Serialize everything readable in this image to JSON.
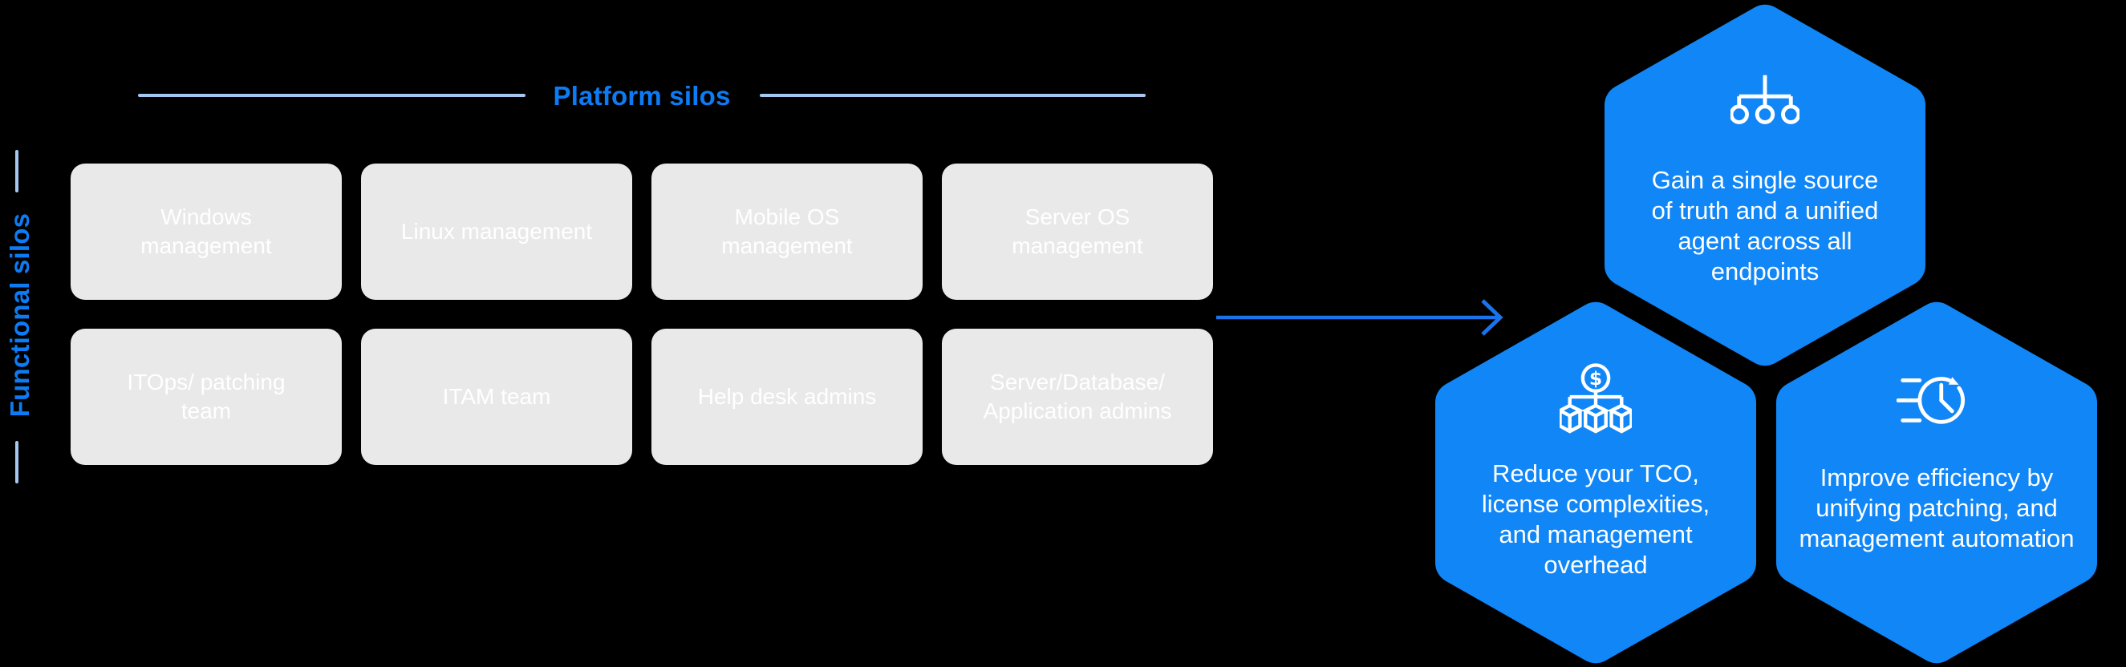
{
  "colors": {
    "background": "#000000",
    "hexagon_blue": "#1186f7",
    "label_blue": "#0d7cf4",
    "arrow_blue": "#1b73ea",
    "light_line_blue": "#a6c8f0",
    "box_fill": "#e9e9e9",
    "box_text": "#ffffff",
    "icon_stroke": "#ffffff"
  },
  "labels": {
    "platform_silos": "Platform silos",
    "functional_silos": "Functional silos"
  },
  "boxes": [
    {
      "lines": [
        "Windows",
        "management"
      ]
    },
    {
      "lines": [
        "Linux management"
      ]
    },
    {
      "lines": [
        "Mobile OS",
        "management"
      ]
    },
    {
      "lines": [
        "Server OS",
        "management"
      ]
    },
    {
      "lines": [
        "ITOps/ patching",
        "team"
      ]
    },
    {
      "lines": [
        "ITAM team"
      ]
    },
    {
      "lines": [
        "Help desk admins"
      ]
    },
    {
      "lines": [
        "Server/Database/",
        "Application admins"
      ]
    }
  ],
  "arrow": {
    "icon": "arrow-right-icon"
  },
  "hexagons": [
    {
      "icon": "hierarchy-icon",
      "lines": [
        "Gain a single source",
        "of truth and a unified",
        "agent across all",
        "endpoints"
      ]
    },
    {
      "icon": "dollar-cubes-icon",
      "dollar_glyph": "$",
      "lines": [
        "Reduce your TCO,",
        "license complexities,",
        "and management",
        "overhead"
      ]
    },
    {
      "icon": "speed-clock-icon",
      "lines": [
        "Improve efficiency by",
        "unifying patching, and",
        "management automation"
      ]
    }
  ]
}
